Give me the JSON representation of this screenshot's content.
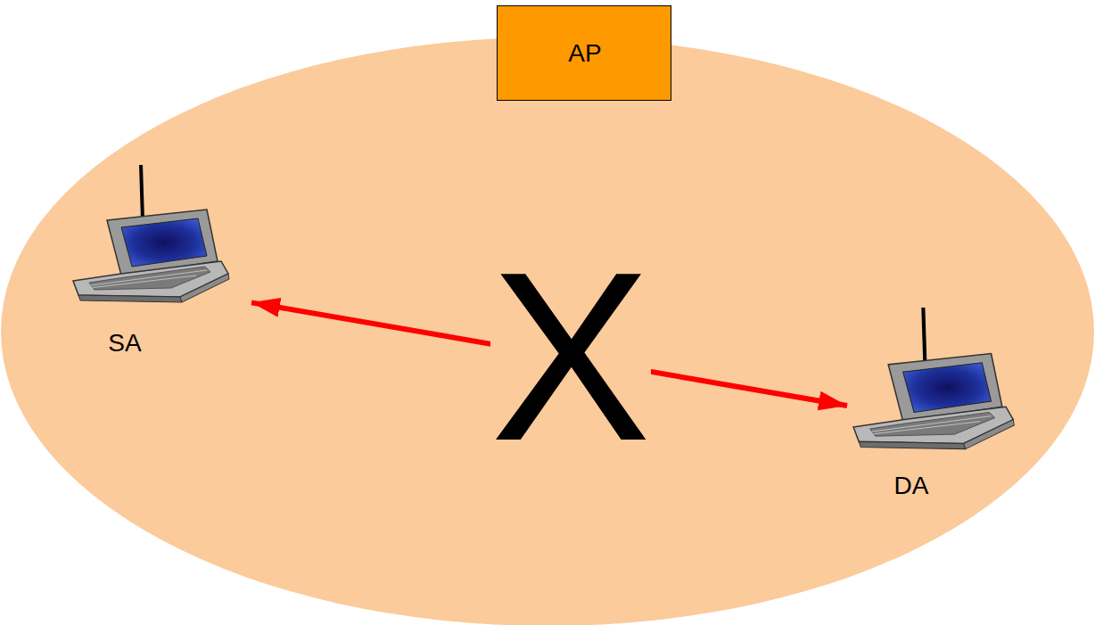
{
  "diagram": {
    "nodes": [
      {
        "text": [
          "AP"
        ]
      },
      {
        "text": [
          "SA"
        ]
      },
      {
        "text": [
          "DA"
        ]
      }
    ],
    "edges": [
      {
        "from": 1,
        "to": 2,
        "arrow": "both",
        "label": "X"
      }
    ]
  }
}
